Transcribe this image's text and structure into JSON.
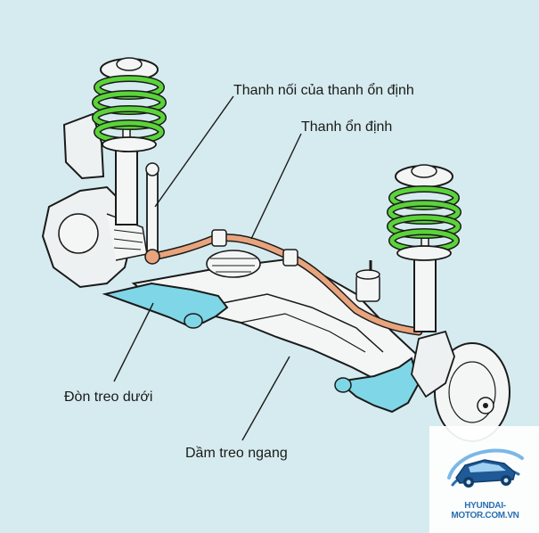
{
  "labels": {
    "stabilizer_link": "Thanh nối của thanh ổn định",
    "stabilizer_bar": "Thanh ổn định",
    "lower_arm": "Đòn treo dưới",
    "crossmember": "Dầm treo ngang"
  },
  "watermark": {
    "site": "HYUNDAI-MOTOR.COM.VN"
  },
  "colors": {
    "background": "#d6ebef",
    "spring": "#5bd33a",
    "lower_arm": "#7fd6e6",
    "stabilizer_bar": "#e8a47c",
    "line": "#1a1a1a",
    "brand": "#2b6fb0"
  }
}
